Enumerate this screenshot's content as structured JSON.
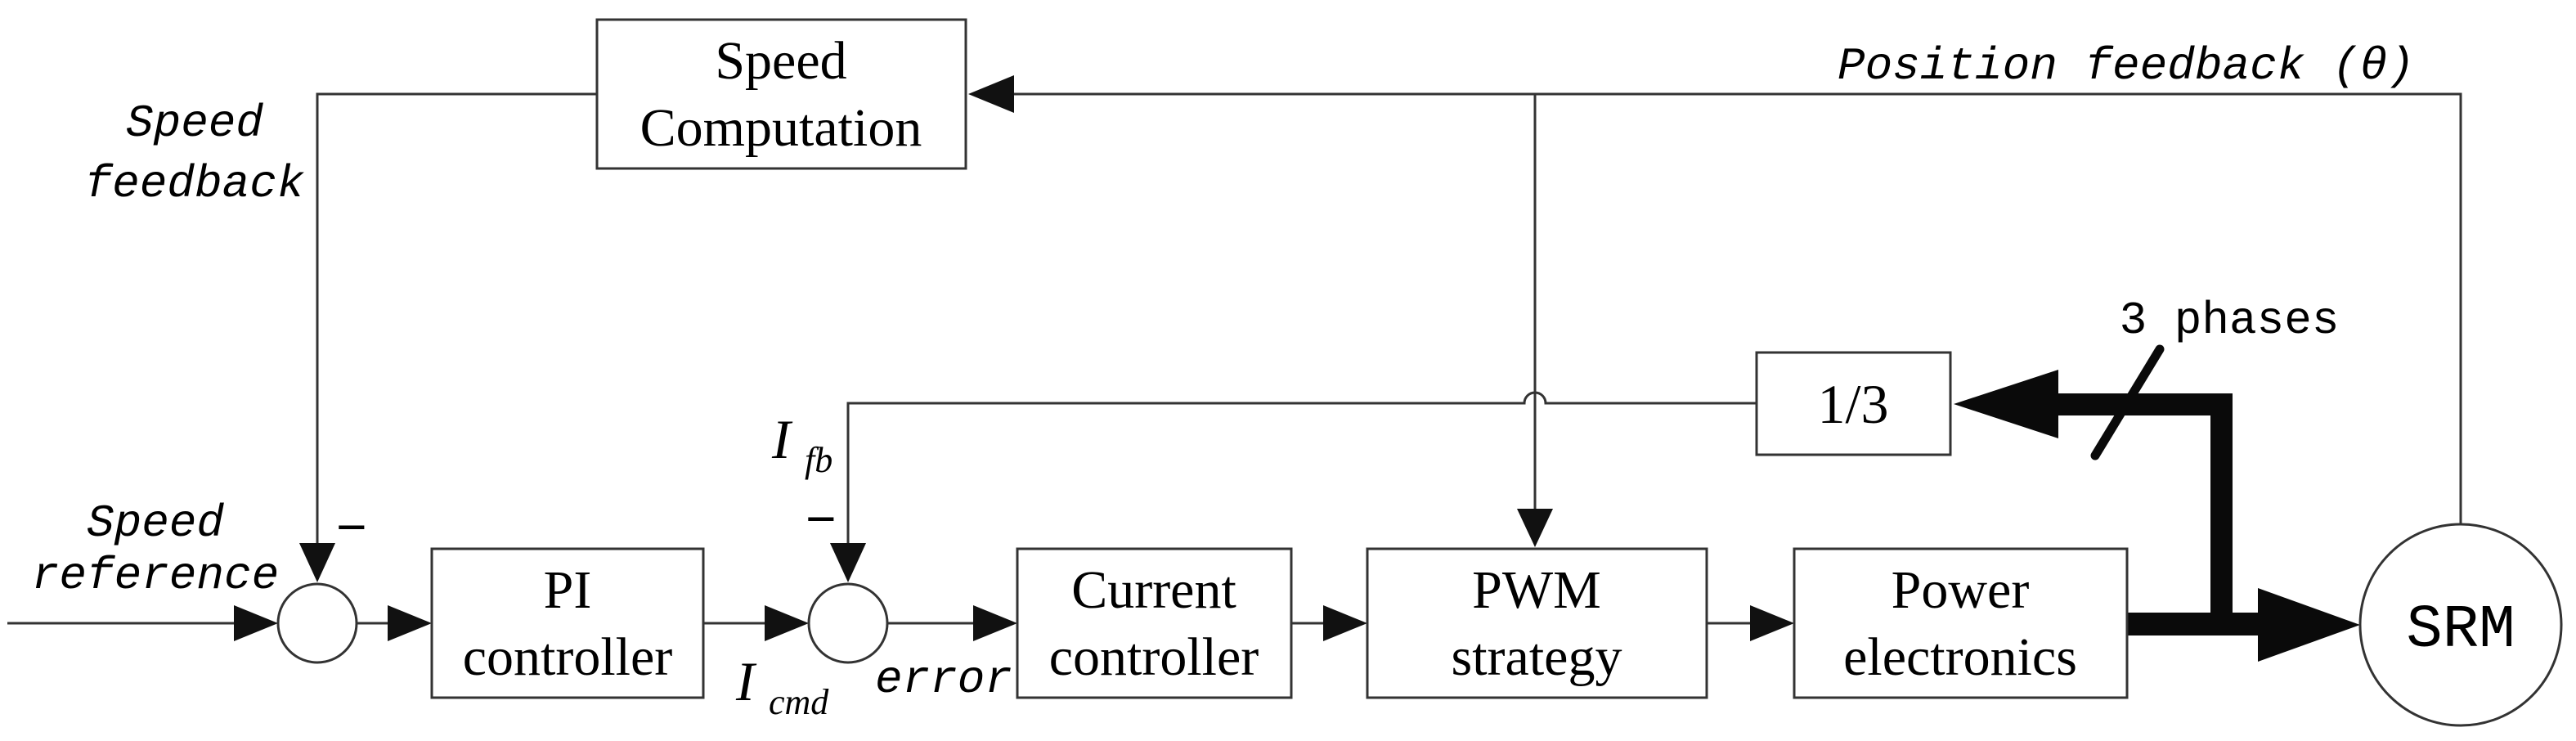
{
  "blocks": {
    "speed_computation": {
      "line1": "Speed",
      "line2": "Computation"
    },
    "pi_controller": {
      "line1": "PI",
      "line2": "controller"
    },
    "current_controller": {
      "line1": "Current",
      "line2": "controller"
    },
    "pwm_strategy": {
      "line1": "PWM",
      "line2": "strategy"
    },
    "power_electronics": {
      "line1": "Power",
      "line2": "electronics"
    },
    "gain_one_third": {
      "label": "1/3"
    },
    "srm_motor": {
      "label": "SRM"
    }
  },
  "signal_labels": {
    "speed_feedback": {
      "line1": "Speed",
      "line2": "feedback"
    },
    "speed_reference": {
      "line1": "Speed",
      "line2": "reference"
    },
    "position_feedback": "Position feedback (θ)",
    "three_phases": "3 phases",
    "error": "error",
    "current_command": {
      "base": "I",
      "subscript": "cmd"
    },
    "current_feedback": {
      "base": "I",
      "subscript": "fb"
    },
    "minus_at_speed_sum": "−",
    "minus_at_current_sum": "−"
  },
  "colors": {
    "line": "#333333",
    "text": "#000000",
    "arrow_fill": "#0a0a0a",
    "background": "#ffffff"
  }
}
